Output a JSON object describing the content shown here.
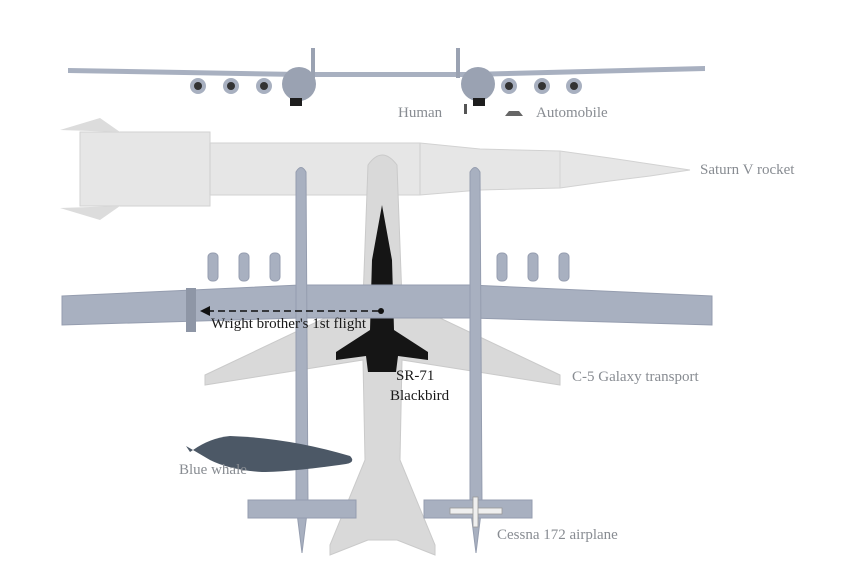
{
  "labels": {
    "human": "Human",
    "automobile": "Automobile",
    "saturn_v": "Saturn V rocket",
    "wright": "Wright brother's 1st flight",
    "sr71_line1": "SR-71",
    "sr71_line2": "Blackbird",
    "c5": "C-5 Galaxy transport",
    "whale": "Blue whale",
    "cessna": "Cessna 172 airplane"
  },
  "colors": {
    "stratolaunch": "#a8b0c0",
    "stratolaunch_dark": "#8e96a6",
    "saturn": "#e6e6e6",
    "c5": "#d9d9d9",
    "sr71": "#151515",
    "whale": "#4c5866",
    "cessna": "#efefef"
  }
}
